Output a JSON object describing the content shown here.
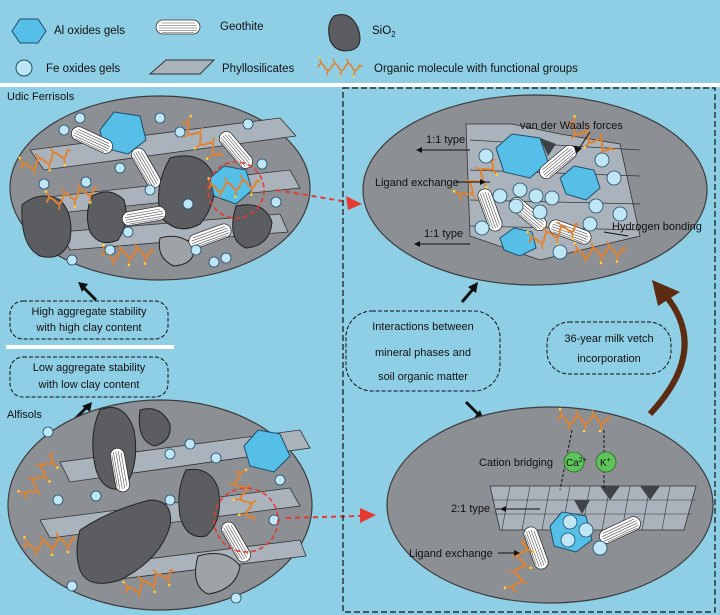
{
  "legend": {
    "al_oxides": "Al oxides gels",
    "geothite": "Geothite",
    "sio2": "SiO",
    "sio2_sub": "2",
    "fe_oxides": "Fe oxides gels",
    "phyllosilicates": "Phyllosilicates",
    "organic": "Organic molecule with functional groups"
  },
  "left": {
    "udic_title": "Udic Ferrisols",
    "high_line1": "High aggregate stability",
    "high_line2": "with high clay content",
    "low_line1": "Low aggregate stability",
    "low_line2": "with low clay content",
    "alfisols_title": "Alfisols"
  },
  "right": {
    "vdw": "van der Waals forces",
    "type11_top": "1:1 type",
    "ligand_top": "Ligand exchange",
    "type11_mid": "1:1 type",
    "hbond": "Hydrogen bonding",
    "inter_line1": "Interactions between",
    "inter_line2": "mineral phases and",
    "inter_line3": "soil organic matter",
    "milk_line1": "36-year milk vetch",
    "milk_line2": "incorporation",
    "cation": "Cation bridging",
    "ca": "Ca",
    "ca_sup": "2+",
    "k": "K",
    "k_sup": "+",
    "type21": "2:1 type",
    "ligand_bottom": "Ligand exchange"
  },
  "colors": {
    "background": "#8ecfe6",
    "ellipse": "#8c8f93",
    "al_oxide": "#55bfe8",
    "fe_oxide": "#bfe6f4",
    "sio2": "#5b5d61",
    "phyllo": "#aab3bb",
    "organic": "#e3822d",
    "arrow_red": "#e53a32",
    "arrow_brown": "#5b2b12",
    "ion_green": "#5ec35a"
  }
}
